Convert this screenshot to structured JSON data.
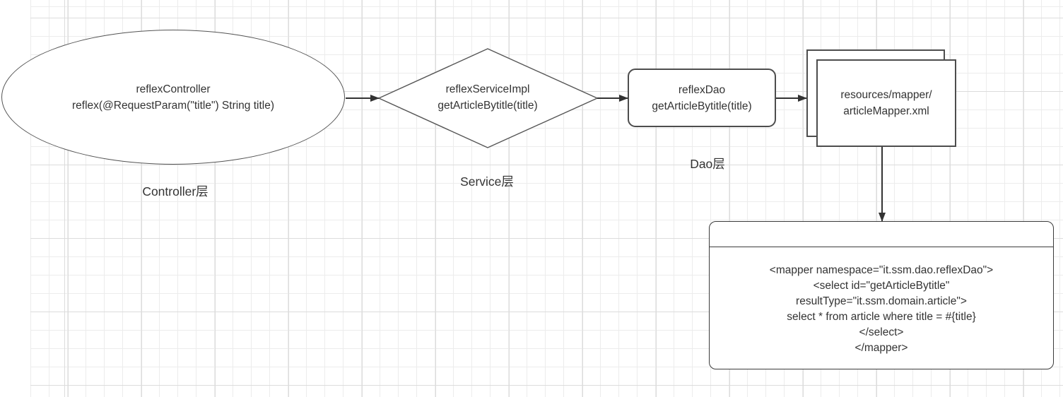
{
  "nodes": {
    "controller": {
      "title": "reflexController",
      "subtitle": "reflex(@RequestParam(\"title\") String title)",
      "label": "Controller层"
    },
    "service": {
      "title": "reflexServiceImpl",
      "subtitle": "getArticleBytitle(title)",
      "label": "Service层"
    },
    "dao": {
      "title": "reflexDao",
      "subtitle": "getArticleBytitle(title)",
      "label": "Dao层"
    },
    "mapperFile": {
      "title": "resources/mapper/",
      "subtitle": "articleMapper.xml"
    },
    "mapperXml": {
      "lines": [
        "<mapper namespace=\"it.ssm.dao.reflexDao\">",
        "<select id=\"getArticleBytitle\"",
        "resultType=\"it.ssm.domain.article\">",
        "select * from article where title = #{title}",
        "</select>",
        "</mapper>"
      ]
    }
  },
  "colors": {
    "shape_border": "#4d4d4d",
    "shape_fill": "#ffffff",
    "text": "#333333",
    "arrow": "#333333",
    "grid_minor": "#ececec",
    "grid_major": "#dcdcdc"
  }
}
